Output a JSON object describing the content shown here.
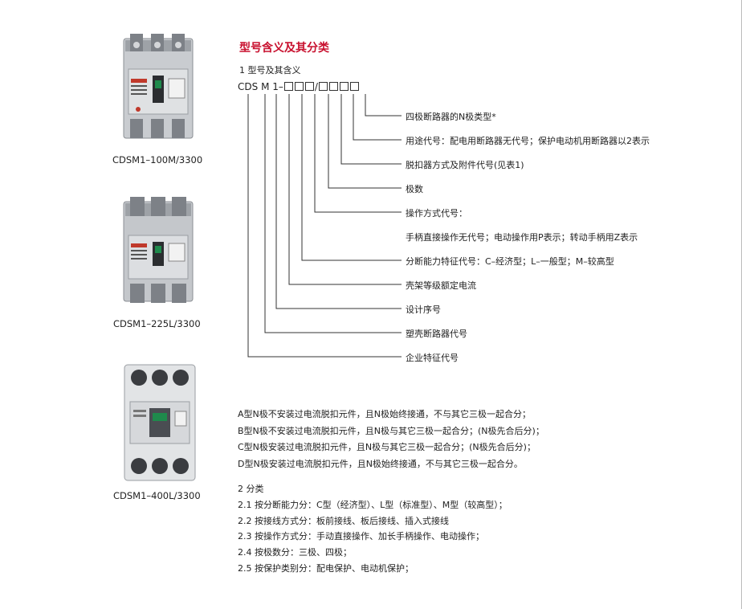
{
  "section_title": "型号含义及其分类",
  "meaning_heading": "1 型号及其含义",
  "model_code": {
    "parts": [
      "CDS",
      "M",
      "1",
      "–"
    ],
    "separator": "/"
  },
  "products": [
    {
      "caption": "CDSM1–100M/3300"
    },
    {
      "caption": "CDSM1–225L/3300"
    },
    {
      "caption": "CDSM1–400L/3300"
    }
  ],
  "code_descriptions": [
    "四极断路器的N极类型*",
    "用途代号：配电用断路器无代号；保护电动机用断路器以2表示",
    "脱扣器方式及附件代号(见表1)",
    "极数",
    "操作方式代号：",
    "手柄直接操作无代号；电动操作用P表示；转动手柄用Z表示",
    "分断能力特征代号：C–经济型；L–一般型；M–较高型",
    "壳架等级额定电流",
    "设计序号",
    "塑壳断路器代号",
    "企业特征代号"
  ],
  "n_pole_notes": [
    "A型N极不安装过电流脱扣元件，且N极始终接通，不与其它三极一起合分；",
    "B型N极不安装过电流脱扣元件，且N极与其它三极一起合分；(N极先合后分)；",
    "C型N极安装过电流脱扣元件，且N极与其它三极一起合分；(N极先合后分)；",
    "D型N极安装过电流脱扣元件，且N极始终接通，不与其它三极一起合分。"
  ],
  "classification": {
    "heading": "2 分类",
    "items": [
      {
        "num": "2.1",
        "text": " 按分断能力分：C型（经济型）、L型（标准型）、M型（较高型）；"
      },
      {
        "num": "2.2",
        "text": " 按接线方式分：板前接线、板后接线、插入式接线"
      },
      {
        "num": "2.3",
        "text": " 按操作方式分：手动直接操作、加长手柄操作、电动操作；"
      },
      {
        "num": "2.4",
        "text": " 按极数分：三极、四极；"
      },
      {
        "num": "2.5",
        "text": " 按保护类别分：配电保护、电动机保护；"
      }
    ]
  },
  "colors": {
    "title": "#c8102e",
    "breaker_body": "#c9ccd0",
    "breaker_dark": "#4a4d52",
    "label_red": "#c0392b",
    "lever_green": "#1f8a4c"
  }
}
